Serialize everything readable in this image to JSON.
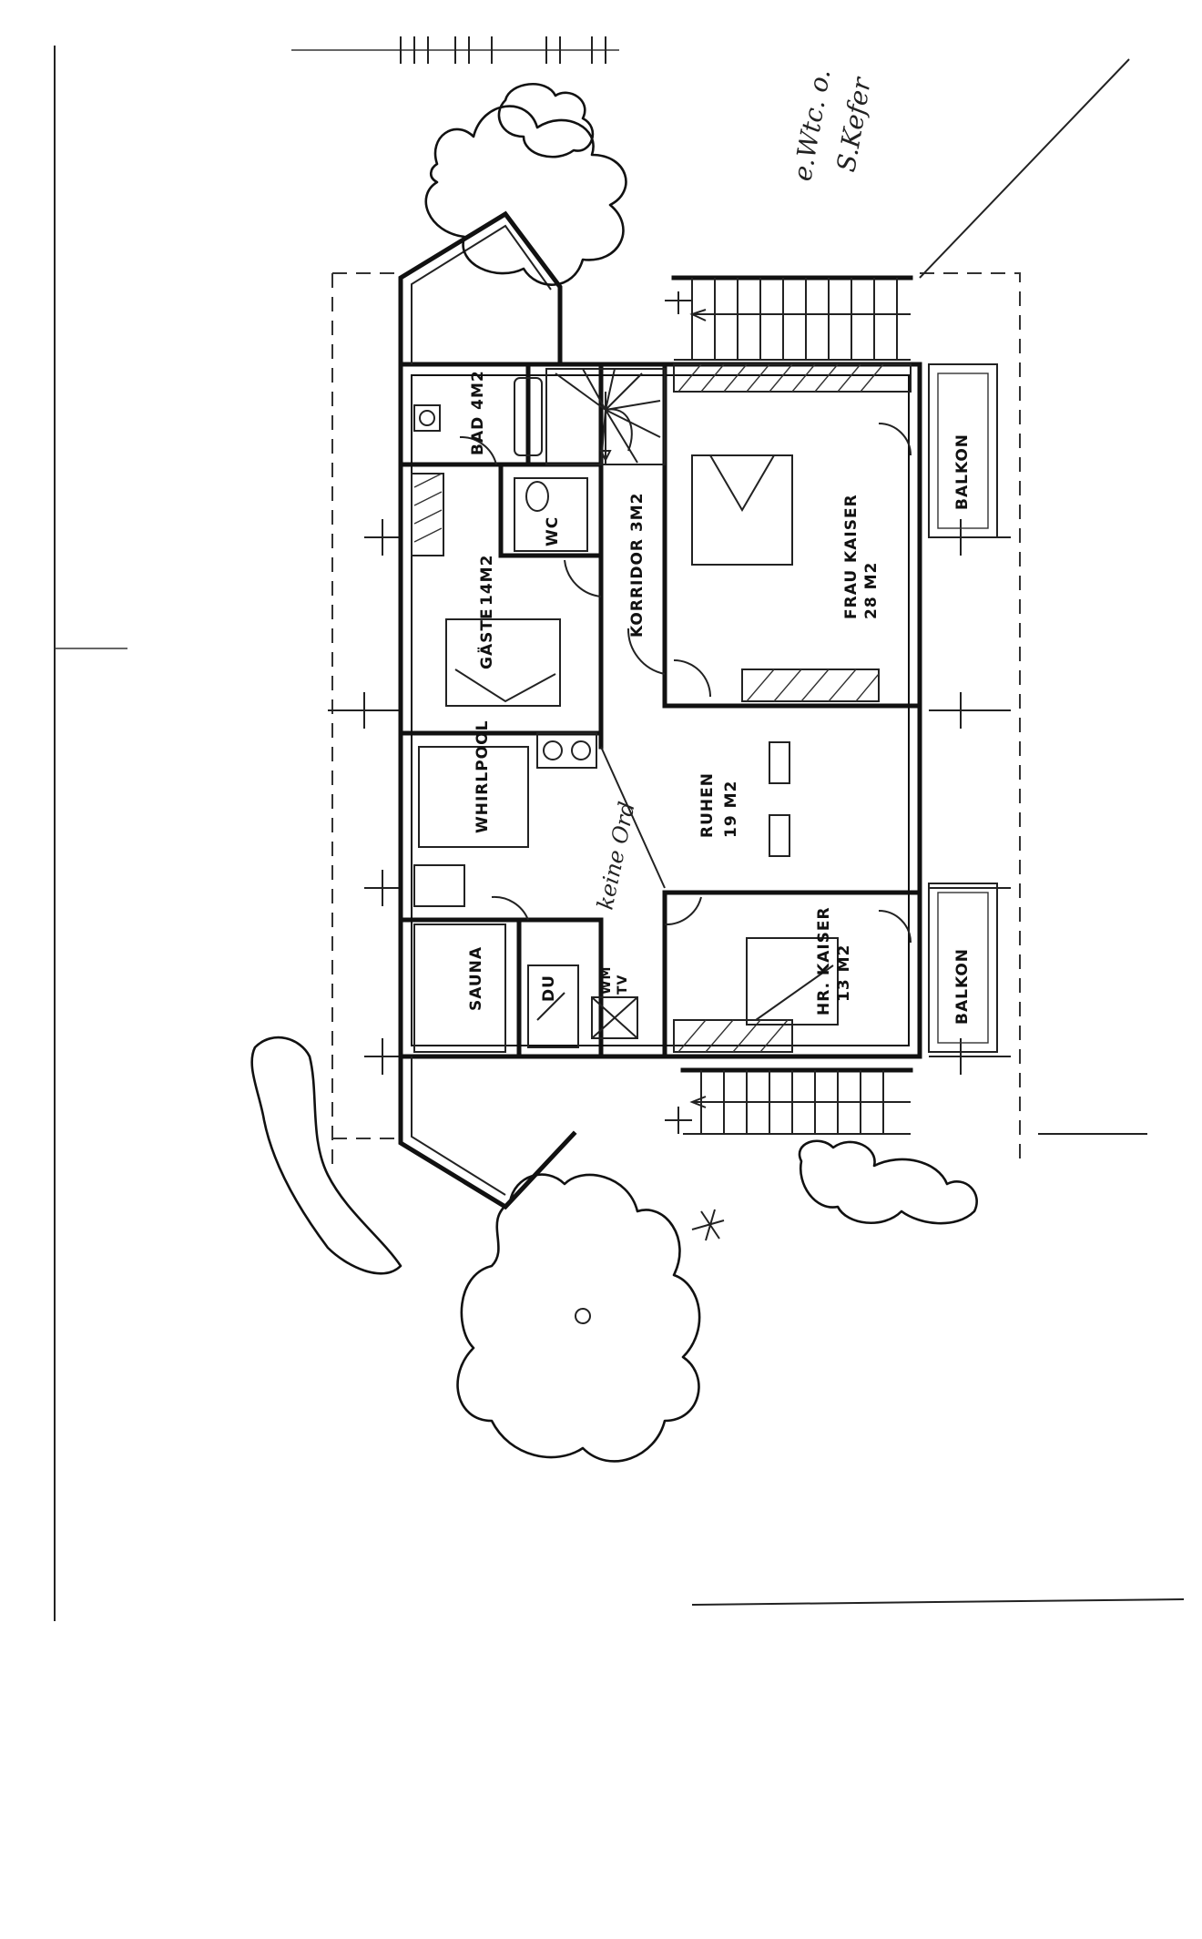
{
  "rooms": {
    "bad": "BAD 4M2",
    "wc": "WC",
    "gaeste_name": "GÄSTE",
    "gaeste_area": "14M2",
    "korridor": "KORRIDOR 3M2",
    "frau_name": "FRAU KAISER",
    "frau_area": "28 M2",
    "balkon_top": "BALKON",
    "whirlpool": "WHIRLPOOL",
    "ruhen_name": "RUHEN",
    "ruhen_area": "19 M2",
    "sauna": "SAUNA",
    "du": "DU",
    "wm_line1": "WM",
    "wm_line2": "TV",
    "hr_name": "HR. KAISER",
    "hr_area": "13 M2",
    "balkon_bottom": "BALKON"
  },
  "notes": {
    "corner_line1": "e.Wtc. o.",
    "corner_line2": "S.Kefer",
    "margin_note": "keine Ord"
  },
  "colors": {
    "ink": "#111111",
    "paper": "#ffffff"
  }
}
